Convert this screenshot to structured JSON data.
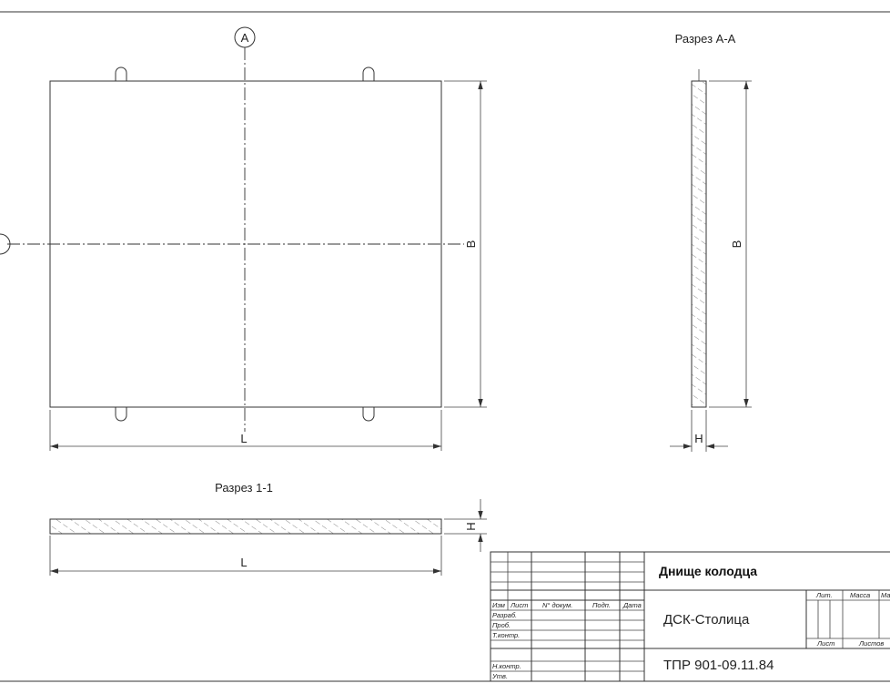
{
  "plan": {
    "section_marker": "A",
    "dim_length": "L",
    "dim_width": "B"
  },
  "section_aa": {
    "title": "Разрез А-А",
    "dim_height": "В",
    "dim_thickness": "H"
  },
  "section_11": {
    "title": "Разрез 1-1",
    "dim_length": "L",
    "dim_thickness": "H"
  },
  "title_block": {
    "col_izm": "Изм",
    "col_list": "Лист",
    "col_doc": "N° докум.",
    "col_sign": "Подп.",
    "col_date": "Дата",
    "row_razrab": "Разраб.",
    "row_prov": "Проб.",
    "row_tkontr": "Т.контр.",
    "row_nkontr": "Н.контр.",
    "row_utv": "Утв.",
    "name": "Днище колодца",
    "org": "ДСК-Столица",
    "code": "ТПР 901-09.11.84",
    "lit": "Лит.",
    "mass": "Масса",
    "scale_abbr": "Ма",
    "sheet": "Лист",
    "sheets": "Листов"
  }
}
